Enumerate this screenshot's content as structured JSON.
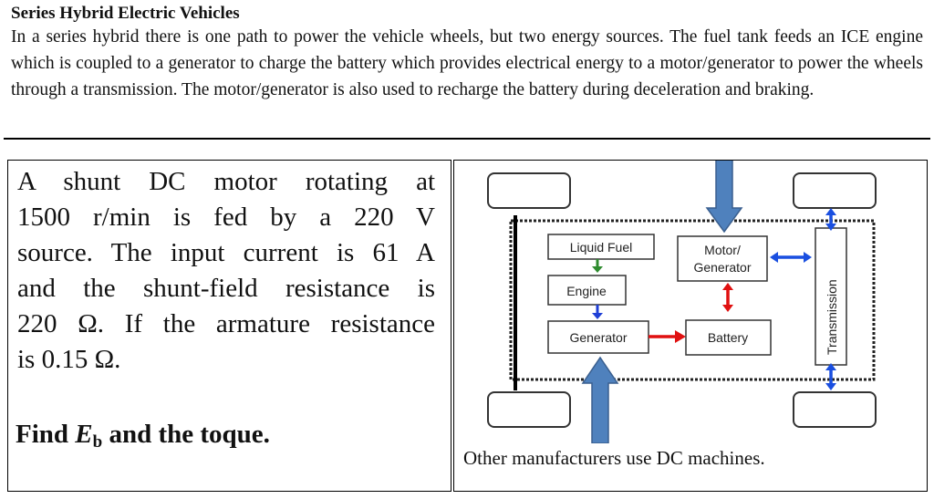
{
  "header": {
    "title": "Series Hybrid Electric Vehicles",
    "body": "In a series hybrid there is one path to power the vehicle wheels, but two energy sources. The fuel tank feeds an ICE engine which is coupled to a generator to charge the battery which provides electrical energy to a motor/generator to power the wheels through a transmission. The motor/generator is also used to recharge the battery during deceleration and braking."
  },
  "problem": {
    "lines": [
      "A shunt DC motor rotating at",
      "1500 r/min is fed by a 220 V",
      "source. The input current is 61 A",
      "and the shunt-field resistance is",
      "220 Ω. If the armature resistance",
      "is 0.15 Ω."
    ],
    "find_prefix": "Find ",
    "find_var": "E",
    "find_sub": "b",
    "find_suffix": " and the toque."
  },
  "diagram": {
    "labels": {
      "liquid_fuel": "Liquid Fuel",
      "engine": "Engine",
      "generator": "Generator",
      "motor_line1": "Motor/",
      "motor_line2": "Generator",
      "battery": "Battery",
      "transmission": "Transmission"
    },
    "caption": "Other manufacturers use DC machines.",
    "colors": {
      "big_arrow": "#4f81bd",
      "green_arrow": "#2e8b2e",
      "blue_arrow": "#1f3fd6",
      "red_arrow": "#e01010",
      "bidirectional_arrow": "#1a4fe0"
    }
  }
}
